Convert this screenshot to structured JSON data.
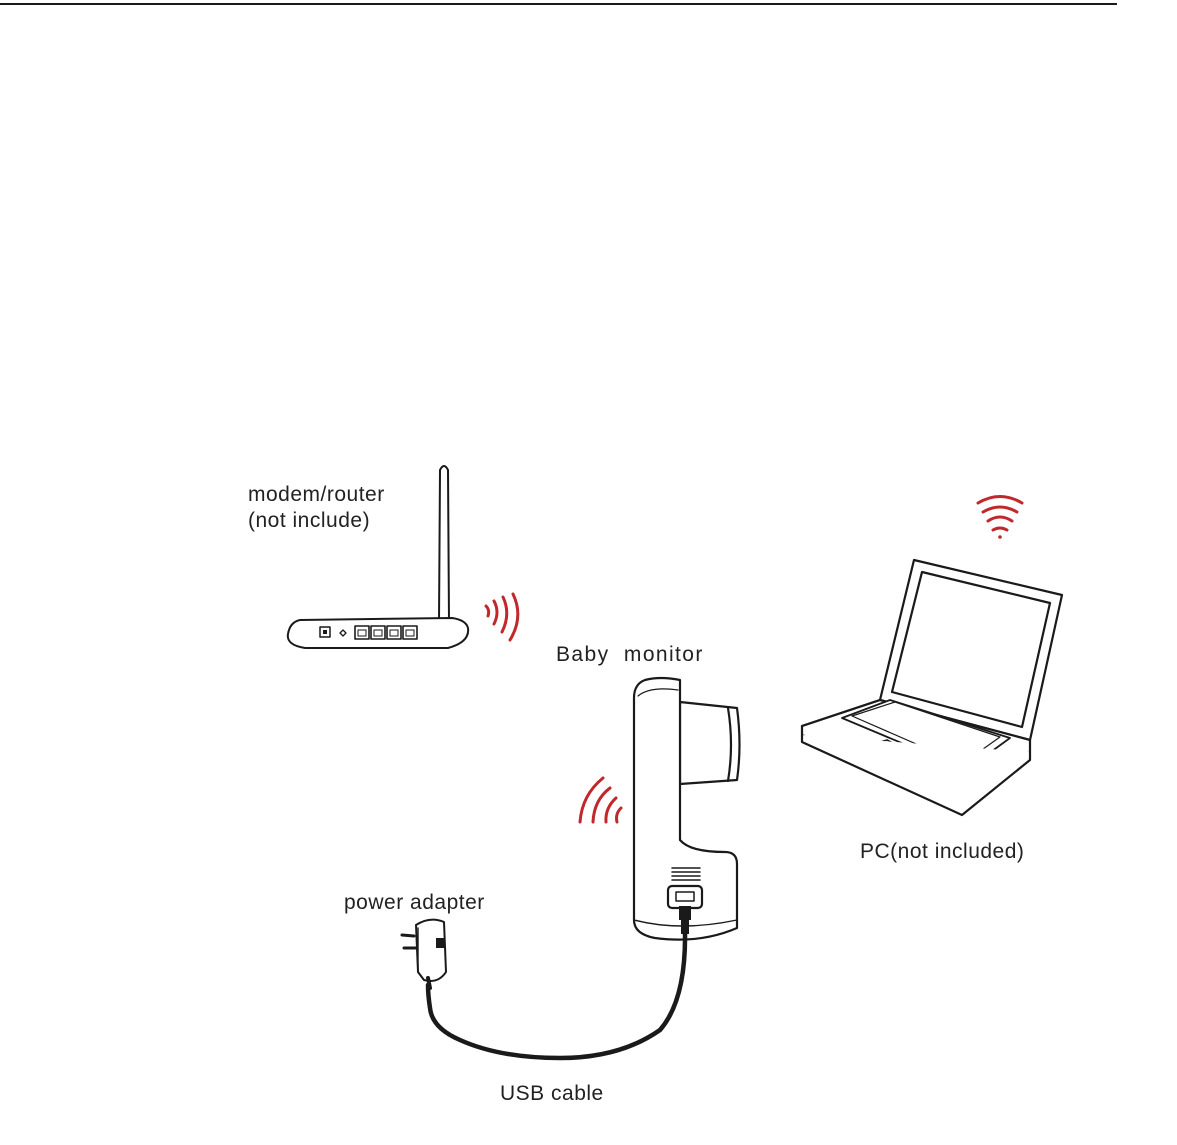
{
  "labels": {
    "router_line1": "modem/router",
    "router_line2": "(not include)",
    "baby_monitor": "Baby  monitor",
    "pc": "PC(not included)",
    "power_adapter": "power adapter",
    "usb_cable": "USB cable"
  },
  "colors": {
    "line": "#1a1a1a",
    "wifi": "#c0282c",
    "fill": "#ffffff"
  },
  "icons": {
    "router": "router-icon",
    "camera": "baby-monitor-camera-icon",
    "laptop": "laptop-icon",
    "adapter": "power-adapter-icon",
    "wifi": "wifi-signal-icon"
  }
}
